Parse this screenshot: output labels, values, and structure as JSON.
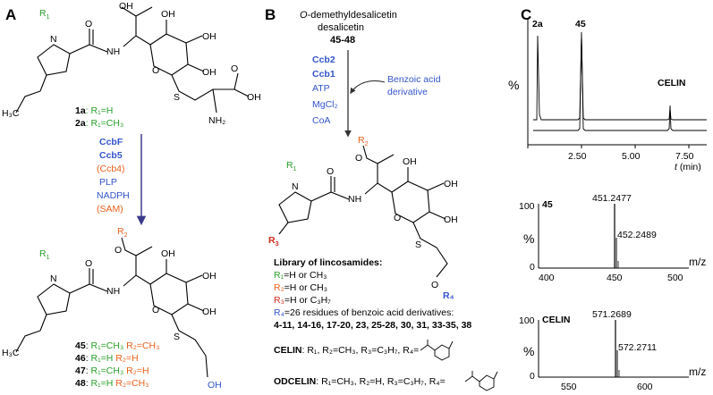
{
  "panels": {
    "a": "A",
    "b": "B",
    "c": "C"
  },
  "colors": {
    "green": "#2aa02a",
    "orange": "#e8601c",
    "blue": "#3355cc",
    "arrow": "#3b3b8a"
  },
  "panel_a": {
    "substituent_r1": "R",
    "subscript_1": "1",
    "subscript_2": "2",
    "atom_labels": {
      "nh": "NH",
      "n": "N",
      "o": "O",
      "oh": "OH",
      "s": "S",
      "h3c": "H₃C",
      "nh2": "NH₂"
    },
    "compound_1a": "1a",
    "compound_1a_rest": ": R₁=H",
    "compound_2a": "2a",
    "compound_2a_rest": ": R₁=CH₃",
    "reagents": [
      {
        "text": "CcbF",
        "style": "blue-bold"
      },
      {
        "text": "Ccb5",
        "style": "blue-bold"
      },
      {
        "text": "(Ccb4)",
        "style": "orange"
      },
      {
        "text": "PLP",
        "style": "blue"
      },
      {
        "text": "NADPH",
        "style": "blue"
      },
      {
        "text": "(SAM)",
        "style": "orange"
      }
    ],
    "products": [
      {
        "id": "45",
        "r1": "R₁=CH₃",
        "r2": "R₂=CH₃"
      },
      {
        "id": "46",
        "r1": "R₁=H",
        "r2": "R₂=H"
      },
      {
        "id": "47",
        "r1": "R₁=CH₃",
        "r2": "R₂=H"
      },
      {
        "id": "48",
        "r1": "R₁=H",
        "r2": "R₂=CH₃"
      }
    ]
  },
  "panel_b": {
    "start_line1_italic": "O",
    "start_line1_rest": "-demethyldesalicetin",
    "start_line2": "desalicetin",
    "start_line3": "45-48",
    "reagents": [
      {
        "text": "Ccb2",
        "bold": true
      },
      {
        "text": "Ccb1",
        "bold": true
      },
      {
        "text": "ATP",
        "bold": false
      },
      {
        "text": "MgCl₂",
        "bold": false
      },
      {
        "text": "CoA",
        "bold": false
      }
    ],
    "side_input_line1": "Benzoic acid",
    "side_input_line2": "derivative",
    "r_label": "R",
    "r4_label": "R₄",
    "library_title": "Library of lincosamides",
    "library_title_colon": ":",
    "library": [
      {
        "r": "R₁",
        "text": "=H or CH₃",
        "color": "green"
      },
      {
        "r": "R₂",
        "text": "=H or CH₃",
        "color": "orange"
      },
      {
        "r": "R₃",
        "text": "=H or C₃H₇",
        "color": "red"
      },
      {
        "r": "R₄",
        "text": "=26 residues of benzoic acid derivatives:",
        "color": "blue"
      }
    ],
    "residue_line1": "4-11, 14-16, 17-20, 23, 25-28, 30, 31, 33-35, 38",
    "celin_label": "CELIN",
    "celin_text": ": R₁, R₂=CH₃, R₃=C₃H₇, R₄=",
    "odcelin_label": "ODCELIN",
    "odcelin_text": ": R₁=CH₃, R₂=H, R₃=C₃H₇, R₄="
  },
  "panel_c": {
    "chromatogram": {
      "peak_labels": [
        "2a",
        "45",
        "CELIN"
      ],
      "ylabel": "%",
      "xlabel_italic": "t",
      "xlabel_rest": " (min)",
      "x_ticks": [
        "2.50",
        "5.00",
        "7.50"
      ]
    },
    "ms1": {
      "label": "45",
      "ylabel": "%",
      "y_ticks": [
        "100",
        "0"
      ],
      "x_ticks": [
        "400",
        "450",
        "500"
      ],
      "xunit": "m/z",
      "peak_labels": [
        "451.2477",
        "452.2489"
      ]
    },
    "ms2": {
      "label": "CELIN",
      "ylabel": "%",
      "y_ticks": [
        "100",
        "0"
      ],
      "x_ticks": [
        "550",
        "600"
      ],
      "xunit": "m/z",
      "peak_labels": [
        "571.2689",
        "572.2711"
      ]
    }
  }
}
